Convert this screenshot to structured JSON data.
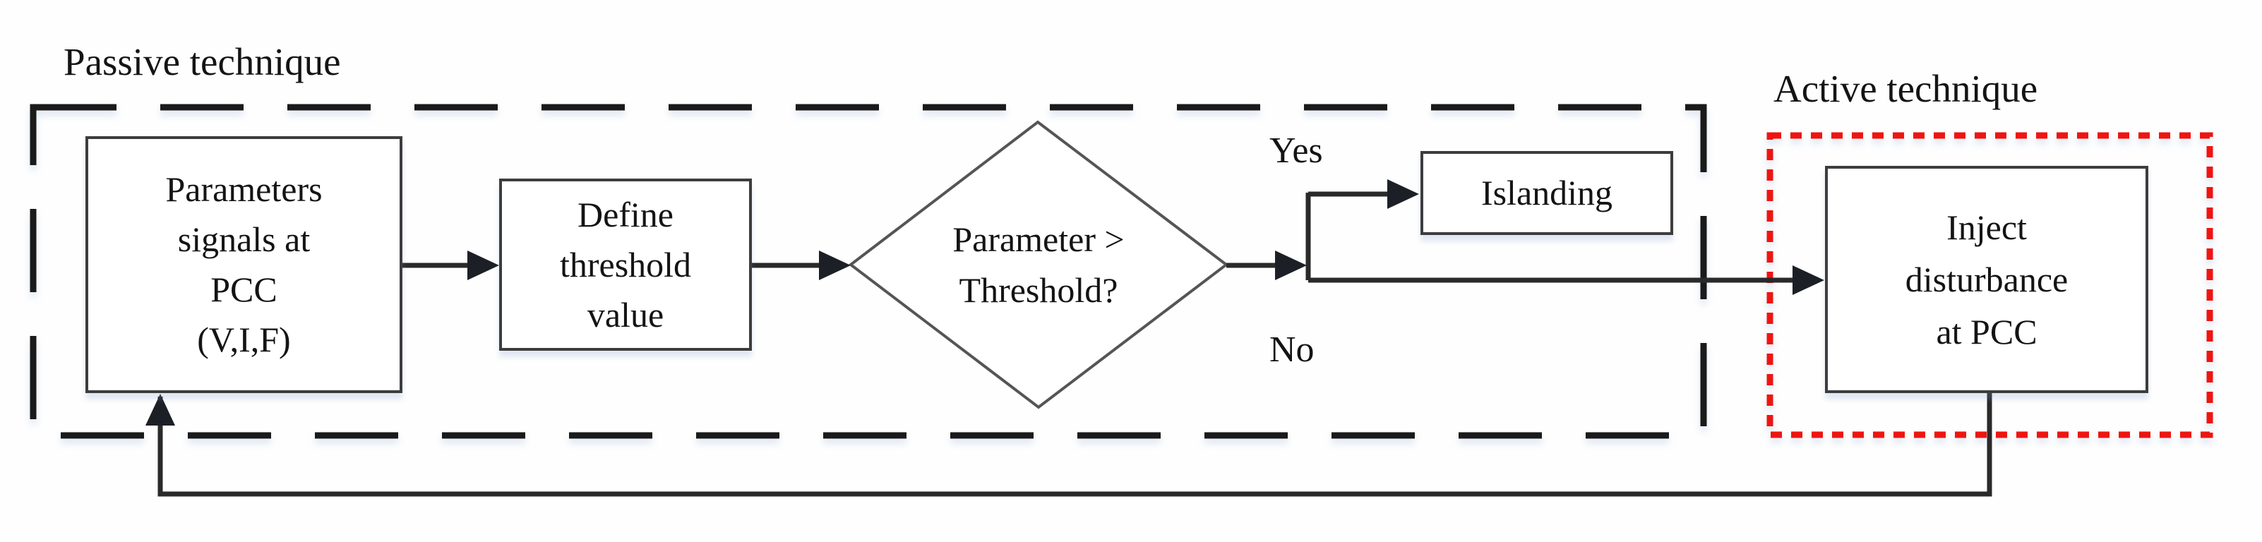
{
  "diagram": {
    "title_regions": {
      "passive_label": "Passive technique",
      "active_label": "Active technique"
    },
    "nodes": {
      "parameters": {
        "lines": [
          "Parameters",
          "signals at",
          "PCC",
          "(V,I,F)"
        ]
      },
      "define": {
        "lines": [
          "Define",
          "threshold",
          "value"
        ]
      },
      "decision": {
        "lines": [
          "Parameter >",
          "Threshold?"
        ]
      },
      "islanding": {
        "label": "Islanding"
      },
      "inject": {
        "lines": [
          "Inject",
          "disturbance",
          "at PCC"
        ]
      }
    },
    "edge_labels": {
      "yes": "Yes",
      "no": "No"
    },
    "colors": {
      "passive_border": "#1a1a1a",
      "active_border": "#ee1511",
      "connector": "#2a2a2a",
      "arrowhead": "#1c2026",
      "box_border": "#3d3d3d",
      "diamond_border": "#555555",
      "text": "#141414"
    }
  }
}
